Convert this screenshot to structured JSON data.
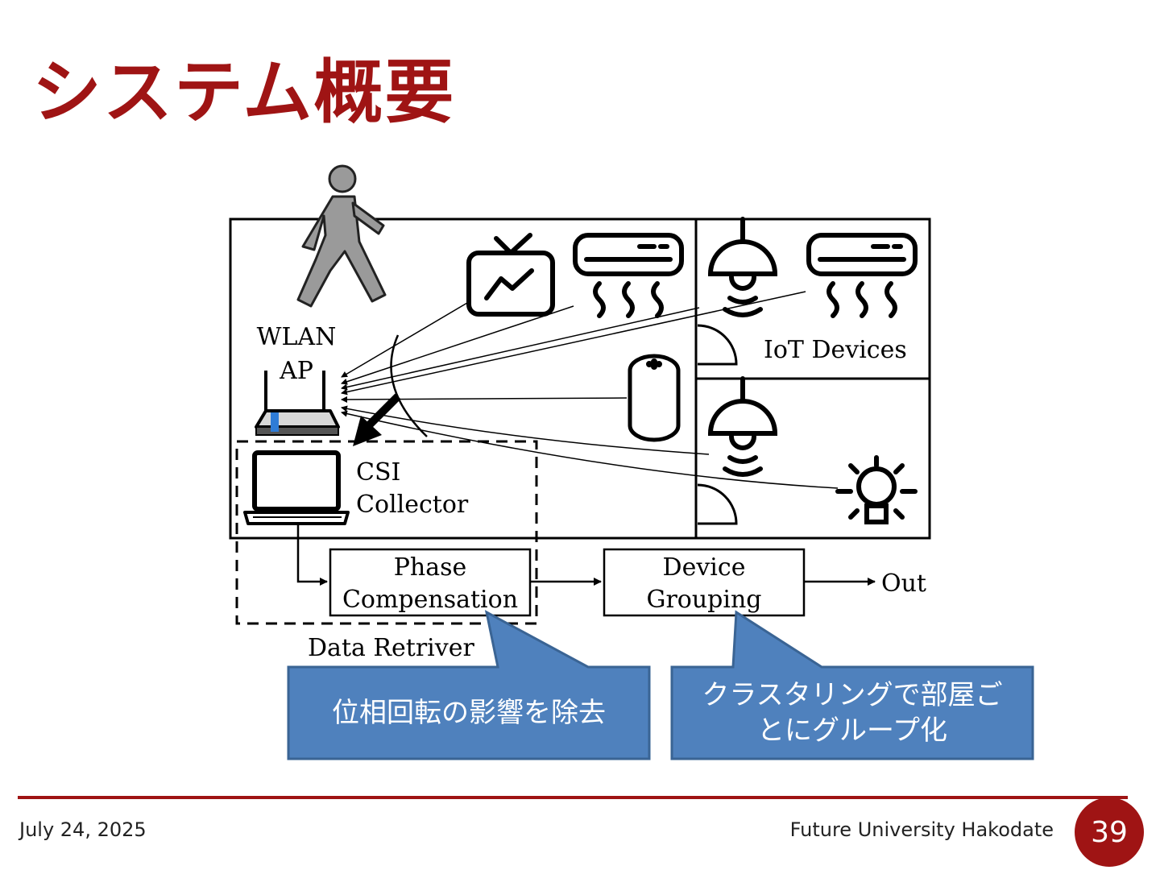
{
  "slide": {
    "title": "システム概要",
    "date": "July 24, 2025",
    "organization": "Future University Hakodate",
    "page_number": "39"
  },
  "colors": {
    "accent": "#9f1414",
    "callout_fill": "#4f81bd",
    "callout_border": "#3a6494"
  },
  "diagram": {
    "labels": {
      "wlan_ap_line1": "WLAN",
      "wlan_ap_line2": "AP",
      "csi_line1": "CSI",
      "csi_line2": "Collector",
      "iot_devices": "IoT Devices",
      "phase_line1": "Phase",
      "phase_line2": "Compensation",
      "device_line1": "Device",
      "device_line2": "Grouping",
      "out": "Out",
      "data_retriver": "Data Retriver"
    },
    "icons": [
      "walking-person-icon",
      "tv-icon",
      "air-conditioner-icon",
      "pendant-lamp-icon",
      "smart-speaker-icon",
      "light-bulb-icon",
      "router-icon",
      "laptop-icon"
    ]
  },
  "callouts": {
    "left": "位相回転の影響を除去",
    "right_line1": "クラスタリングで部屋ご",
    "right_line2": "とにグループ化"
  }
}
